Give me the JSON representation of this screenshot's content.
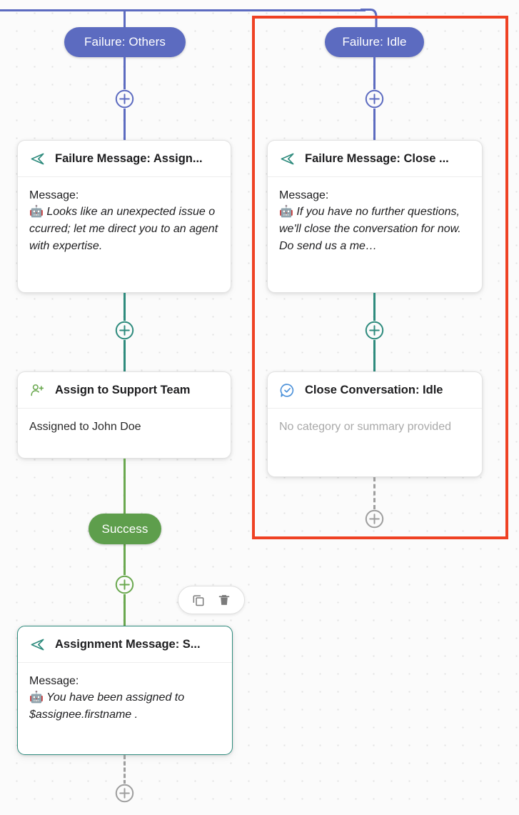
{
  "canvas": {
    "background": "#fbfbfb",
    "dot_color": "#e2e2e2"
  },
  "colors": {
    "failure_branch": "#5c6bc0",
    "success_branch": "#6aa84f",
    "message_branch": "#2e8b7d",
    "selection": "#ef4123",
    "dashed": "#9e9e9e"
  },
  "branches": {
    "failure_others": {
      "label": "Failure: Others",
      "color": "#5c6bc0"
    },
    "failure_idle": {
      "label": "Failure: Idle",
      "color": "#5c6bc0"
    },
    "success": {
      "label": "Success",
      "color": "#6aa84f"
    }
  },
  "nodes": {
    "failure_message_assign": {
      "title": "Failure Message: Assign...",
      "icon": "send-icon",
      "icon_color": "#2e8b7d",
      "body_label": "Message:",
      "body_emoji": "🤖",
      "body_message": "Looks like an unexpected issue occurred; let me direct you to an agent with expertise."
    },
    "failure_message_close": {
      "title": "Failure Message: Close ...",
      "icon": "send-icon",
      "icon_color": "#2e8b7d",
      "body_label": "Message:",
      "body_emoji": "🤖",
      "body_message": "If you have no further questions, we'll close the conversation for now. Do send us a me…"
    },
    "assign_support_team": {
      "title": "Assign to Support Team",
      "icon": "person-add-icon",
      "icon_color": "#6aa84f",
      "body_text": "Assigned to John Doe"
    },
    "close_conversation_idle": {
      "title": "Close Conversation: Idle",
      "icon": "check-bubble-icon",
      "icon_color": "#4a90d9",
      "body_text": "No category or summary provided"
    },
    "assignment_message_success": {
      "title": "Assignment Message: S...",
      "icon": "send-icon",
      "icon_color": "#2e8b7d",
      "body_label": "Message:",
      "body_emoji": "🤖",
      "body_message": "You have been assigned to $assignee.firstname ."
    }
  },
  "add_buttons": {
    "failure_others_add": {
      "icon": "plus-icon",
      "color": "#5c6bc0"
    },
    "failure_idle_add": {
      "icon": "plus-icon",
      "color": "#5c6bc0"
    },
    "assign_branch_add": {
      "icon": "plus-icon",
      "color": "#2e8b7d"
    },
    "close_branch_add": {
      "icon": "plus-icon",
      "color": "#2e8b7d"
    },
    "success_add": {
      "icon": "plus-icon",
      "color": "#6aa84f"
    },
    "idle_tail_add": {
      "icon": "plus-icon",
      "color": "#9e9e9e"
    },
    "bottom_tail_add": {
      "icon": "plus-icon",
      "color": "#9e9e9e"
    }
  },
  "toolbar": {
    "copy": {
      "icon": "copy-icon",
      "label": "Duplicate"
    },
    "delete": {
      "icon": "trash-icon",
      "label": "Delete"
    }
  }
}
